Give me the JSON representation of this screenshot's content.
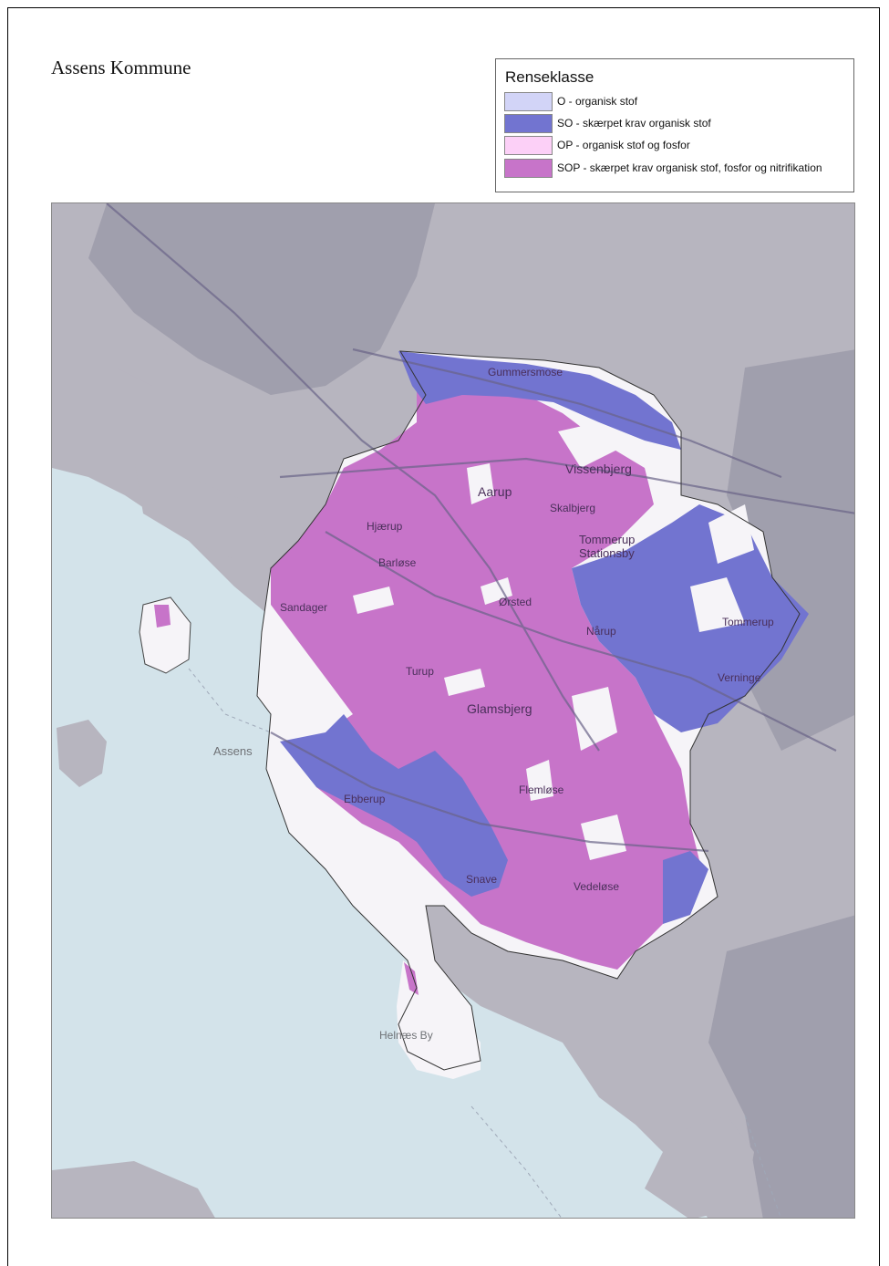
{
  "title": "Assens Kommune",
  "legend": {
    "title": "Renseklasse",
    "items": [
      {
        "code": "O",
        "label": "O - organisk stof",
        "color": "#d2d4f7"
      },
      {
        "code": "SO",
        "label": "SO - skærpet krav organisk stof",
        "color": "#7274d0"
      },
      {
        "code": "OP",
        "label": "OP - organisk stof og fosfor",
        "color": "#fcd0f7"
      },
      {
        "code": "SOP",
        "label": "SOP - skærpet krav organisk stof, fosfor og nitrifikation",
        "color": "#c774c9"
      }
    ]
  },
  "colors": {
    "water": "#d3e3ea",
    "land": "#b7b5bf",
    "land_dark": "#8e8c9e",
    "municipality_unsewered": "#f6f4f8"
  },
  "places": [
    {
      "name": "Gummersmose",
      "tone": "dark"
    },
    {
      "name": "Vissenbjerg",
      "tone": "dark"
    },
    {
      "name": "Aarup",
      "tone": "dark"
    },
    {
      "name": "Skalbjerg",
      "tone": "dark"
    },
    {
      "name": "Hjærup",
      "tone": "dark"
    },
    {
      "name": "Tommerup Stationsby",
      "tone": "dark"
    },
    {
      "name": "Barløse",
      "tone": "dark"
    },
    {
      "name": "Sandager",
      "tone": "dark"
    },
    {
      "name": "Ørsted",
      "tone": "dark"
    },
    {
      "name": "Nårup",
      "tone": "dark"
    },
    {
      "name": "Tommerup",
      "tone": "dark"
    },
    {
      "name": "Turup",
      "tone": "dark"
    },
    {
      "name": "Verninge",
      "tone": "dark"
    },
    {
      "name": "Glamsbjerg",
      "tone": "dark"
    },
    {
      "name": "Assens",
      "tone": "grey"
    },
    {
      "name": "Ebberup",
      "tone": "dark"
    },
    {
      "name": "Flemløse",
      "tone": "dark"
    },
    {
      "name": "Snave",
      "tone": "dark"
    },
    {
      "name": "Vedeløse",
      "tone": "dark"
    },
    {
      "name": "Helnæs By",
      "tone": "grey"
    }
  ]
}
